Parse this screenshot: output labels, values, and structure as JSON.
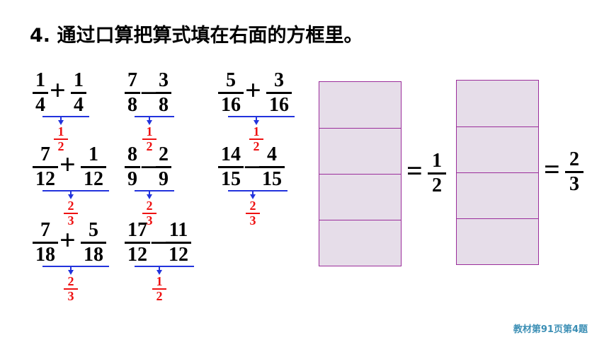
{
  "title": "4. 通过口算把算式填在右面的方框里。",
  "expressions": [
    {
      "a": {
        "n": "1",
        "d": "4"
      },
      "op": "+",
      "b": {
        "n": "1",
        "d": "4"
      },
      "r": {
        "n": "1",
        "d": "2"
      }
    },
    {
      "a": {
        "n": "7",
        "d": "8"
      },
      "op": "-",
      "b": {
        "n": "3",
        "d": "8"
      },
      "r": {
        "n": "1",
        "d": "2"
      }
    },
    {
      "a": {
        "n": "5",
        "d": "16"
      },
      "op": "+",
      "b": {
        "n": "3",
        "d": "16"
      },
      "r": {
        "n": "1",
        "d": "2"
      }
    },
    {
      "a": {
        "n": "7",
        "d": "12"
      },
      "op": "+",
      "b": {
        "n": "1",
        "d": "12"
      },
      "r": {
        "n": "2",
        "d": "3"
      }
    },
    {
      "a": {
        "n": "8",
        "d": "9"
      },
      "op": "-",
      "b": {
        "n": "2",
        "d": "9"
      },
      "r": {
        "n": "2",
        "d": "3"
      }
    },
    {
      "a": {
        "n": "14",
        "d": "15"
      },
      "op": "-",
      "b": {
        "n": "4",
        "d": "15"
      },
      "r": {
        "n": "2",
        "d": "3"
      }
    },
    {
      "a": {
        "n": "7",
        "d": "18"
      },
      "op": "+",
      "b": {
        "n": "5",
        "d": "18"
      },
      "r": {
        "n": "2",
        "d": "3"
      }
    },
    {
      "a": {
        "n": "17",
        "d": "12"
      },
      "op": "-",
      "b": {
        "n": "11",
        "d": "12"
      },
      "r": {
        "n": "1",
        "d": "2"
      }
    }
  ],
  "answer_boxes": [
    {
      "equals": "=",
      "n": "1",
      "d": "2"
    },
    {
      "equals": "=",
      "n": "2",
      "d": "3"
    }
  ],
  "footer": "教材第91页第4题",
  "colors": {
    "arrow": "#2233dd",
    "result": "#ee1111",
    "box_border": "#9b2d9b",
    "box_fill": "#e6dde9",
    "footer": "#3c8fb5"
  }
}
